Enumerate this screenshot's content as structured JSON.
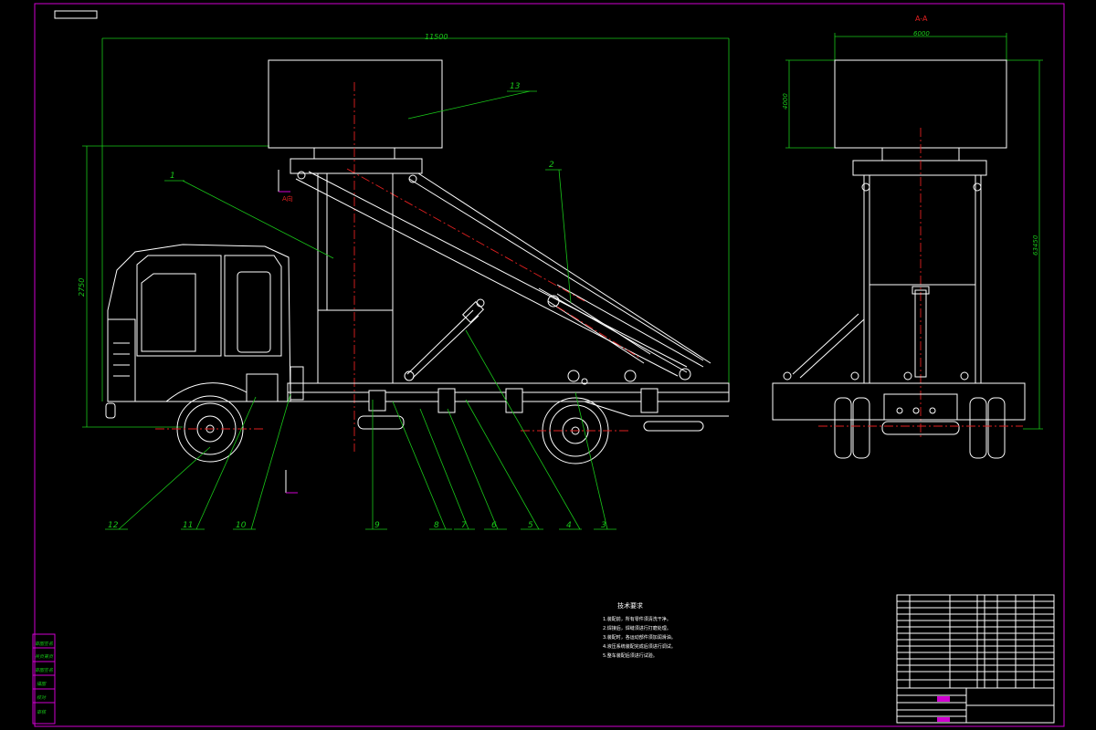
{
  "side_view": {
    "overall_length": "11500",
    "overall_height": "2750",
    "view_marker": "A向",
    "part_callouts": [
      "1",
      "2",
      "3",
      "4",
      "5",
      "6",
      "7",
      "8",
      "9",
      "10",
      "11",
      "12",
      "13"
    ]
  },
  "section_view": {
    "title": "A-A",
    "screen_width": "6000",
    "screen_height": "4000",
    "lift_height": "63450"
  },
  "tech_requirements": {
    "title": "技术要求",
    "lines": [
      "1.装配前，所有零件须清洗干净。",
      "2.焊接后，焊缝须进行打磨处理。",
      "3.装配时，各运动部件须加润滑油。",
      "4.液压系统装配完成后须进行调试。",
      "5.整车装配后须进行试验。"
    ]
  },
  "side_labels": [
    "审图签名",
    "共页第页",
    "审图签名",
    "描图",
    "校对",
    "审核"
  ],
  "colors": {
    "border": "#d000d0",
    "callout": "#19c819",
    "centerline": "#e02020",
    "outline": "#ffffff"
  }
}
